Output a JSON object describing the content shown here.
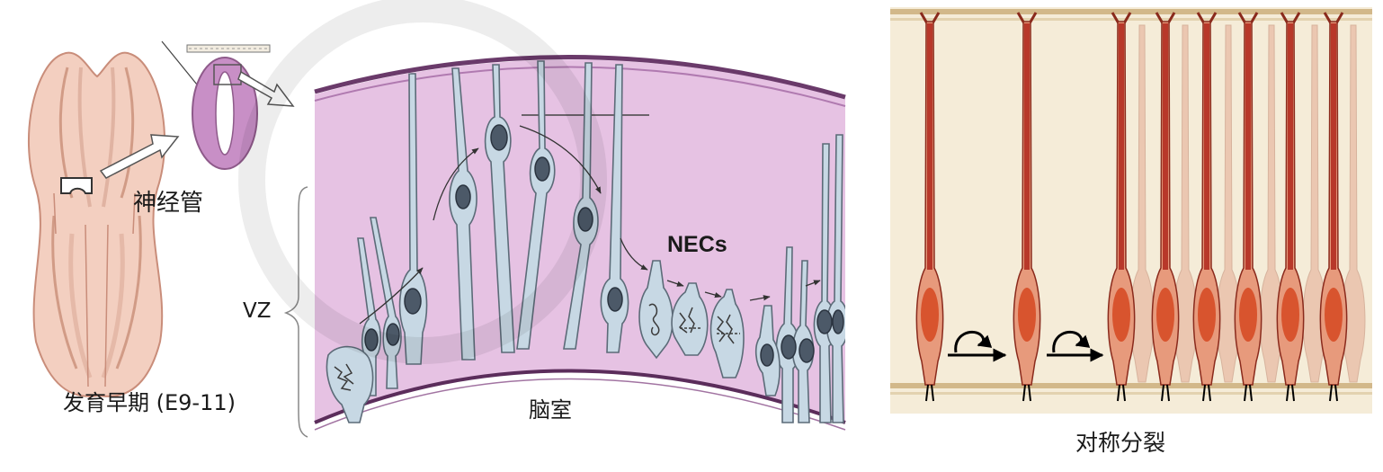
{
  "labels": {
    "neural_tube": "神经管",
    "early_stage": "发育早期 (E9-11)",
    "vz": "VZ",
    "necs": "NECs",
    "ventricle": "脑室",
    "symmetric_division": "对称分裂"
  },
  "colors": {
    "embryo": "#f1c7b6",
    "tube_tissue": "#d8a8d4",
    "vz_tissue": "#e6c1e3",
    "nucleus": "#4f5d6c",
    "cell_body": "#c3d6e2",
    "right_bg": "#f4ebd6",
    "cell_red": "#b5382a",
    "nucleus_red": "#dd5a32"
  }
}
